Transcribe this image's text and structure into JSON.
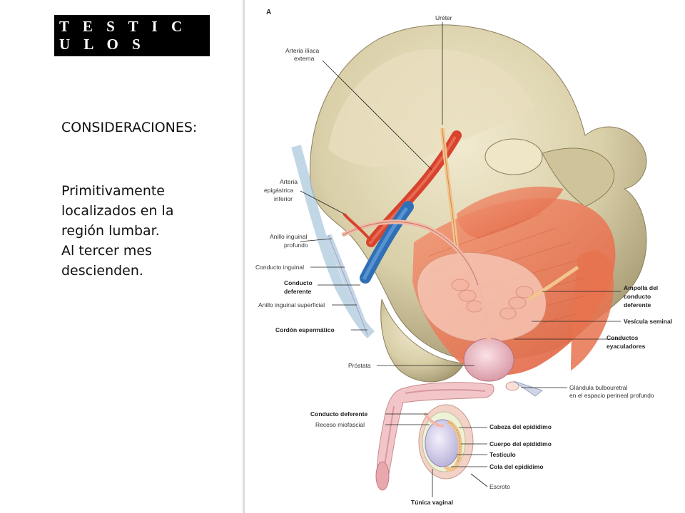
{
  "slide": {
    "title": "T E S T I C U L O S",
    "heading": "CONSIDERACIONES:",
    "body_lines": [
      "Primitivamente",
      "localizados en la",
      "región lumbar.",
      "Al tercer mes",
      "descienden."
    ]
  },
  "figure": {
    "panel_label": "A",
    "labels": {
      "ureter": "Uréter",
      "arteria_iliaca_1": "Arteria ilíaca",
      "arteria_iliaca_2": "externa",
      "arteria_epi_1": "Arteria",
      "arteria_epi_2": "epigástrica",
      "arteria_epi_3": "inferior",
      "anillo_profundo_1": "Anillo inguinal",
      "anillo_profundo_2": "profundo",
      "conducto_inguinal": "Conducto inguinal",
      "conducto_deferente_1": "Conducto",
      "conducto_deferente_2": "deferente",
      "anillo_superficial": "Anillo inguinal superficial",
      "cordon": "Cordón espermático",
      "prostata": "Próstata",
      "ampolla_1": "Ampolla del",
      "ampolla_2": "conducto",
      "ampolla_3": "deferente",
      "vesicula": "Vesícula seminal",
      "conductos_eyac_1": "Conductos",
      "conductos_eyac_2": "eyaculadores",
      "glandula_1": "Glándula bulbouretral",
      "glandula_2": "en el espacio perineal profundo",
      "conducto_deferente_b": "Conducto deferente",
      "receso": "Receso miofascial",
      "cabeza_epi": "Cabeza del epidídimo",
      "cuerpo_epi": "Cuerpo del epidídimo",
      "testiculo": "Testículo",
      "cola_epi": "Cola del epidídimo",
      "escroto": "Escroto",
      "tunica": "Túnica vaginal"
    }
  }
}
